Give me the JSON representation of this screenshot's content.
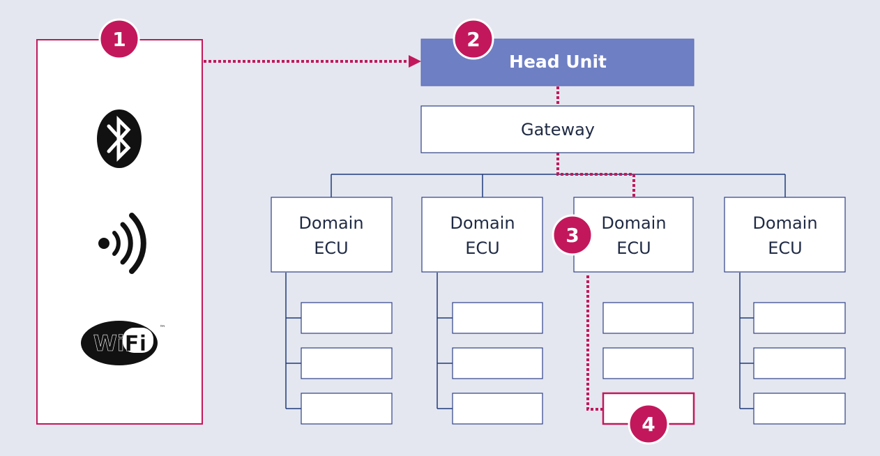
{
  "colors": {
    "background": "#e4e7f0",
    "attack_path": "#c2185b",
    "network_line": "#1f3a7a",
    "head_unit_fill": "#6e7fc4",
    "box_fill": "#ffffff",
    "box_border": "#2d3f86"
  },
  "connectivity_panel": {
    "badge": "1",
    "icons": [
      "bluetooth-icon",
      "nfc-icon",
      "wifi-icon"
    ],
    "wifi_logo_text": "WiFi",
    "wifi_trademark": "™"
  },
  "head_unit": {
    "badge": "2",
    "label": "Head Unit"
  },
  "gateway": {
    "label": "Gateway"
  },
  "domain_ecus": [
    {
      "line1": "Domain",
      "line2": "ECU"
    },
    {
      "line1": "Domain",
      "line2": "ECU"
    },
    {
      "line1": "Domain",
      "line2": "ECU",
      "badge": "3"
    },
    {
      "line1": "Domain",
      "line2": "ECU"
    }
  ],
  "target_ecu_badge": "4"
}
